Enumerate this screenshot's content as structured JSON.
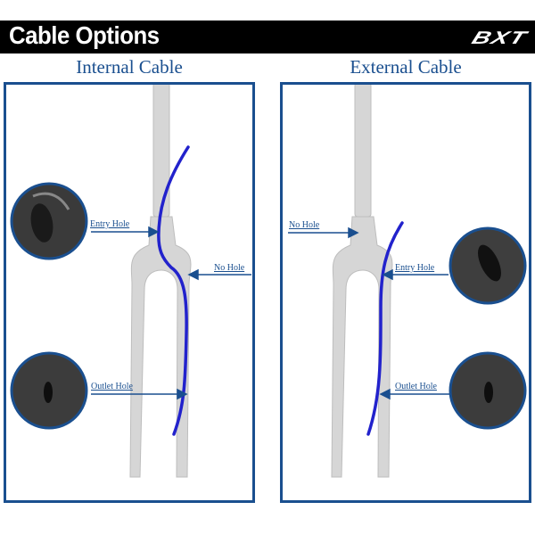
{
  "header": {
    "title": "Cable Options",
    "logo": "BXT"
  },
  "panels": [
    {
      "title": "Internal Cable",
      "labels": {
        "entry": "Entry Hole",
        "nohole": "No Hole",
        "outlet": "Outlet Hole"
      }
    },
    {
      "title": "External Cable",
      "labels": {
        "nohole": "No Hole",
        "entry": "Entry Hole",
        "outlet": "Outlet  Hole"
      }
    }
  ],
  "colors": {
    "accent": "#1a4f8f",
    "cable": "#2222cc",
    "fork": "#d4d4d4"
  }
}
